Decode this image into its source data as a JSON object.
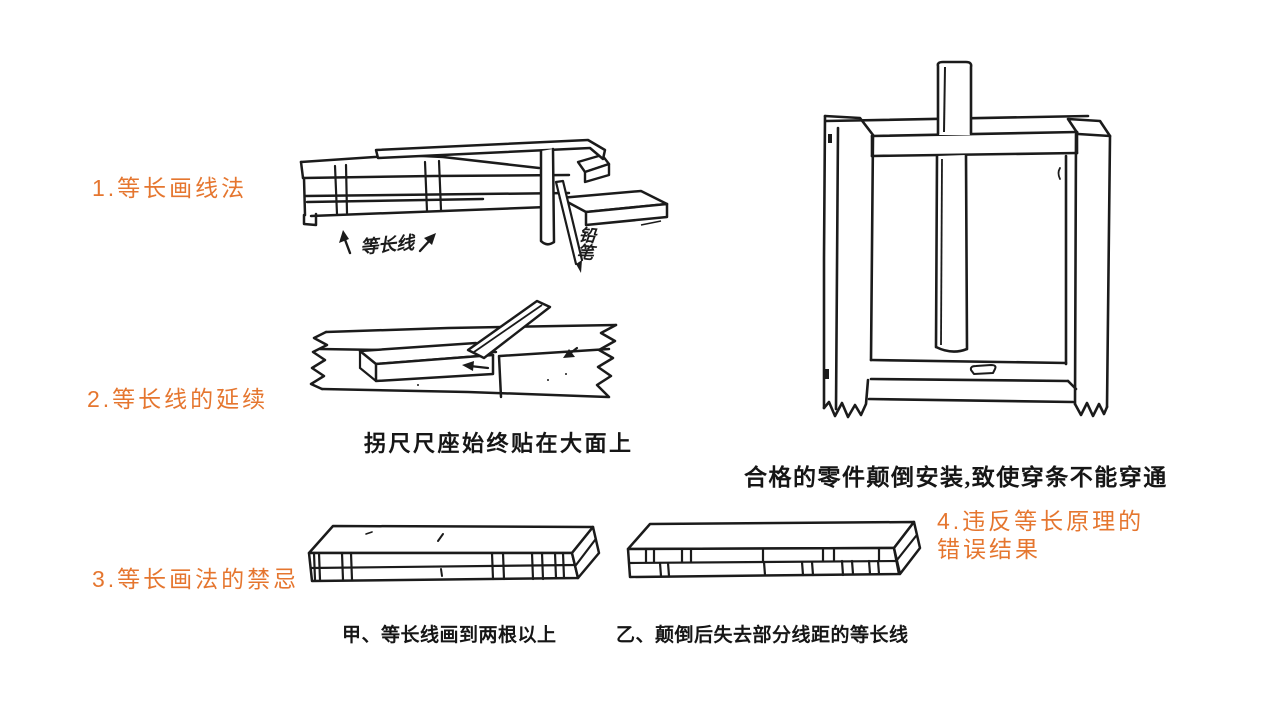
{
  "page": {
    "background_color": "#ffffff",
    "accent_color": "#e5762f",
    "ink_color": "#1b1b1b"
  },
  "labels": {
    "item1": "1.等长画线法",
    "item2": "2.等长线的延续",
    "item3": "3.等长画法的禁忌",
    "item4_line1": "4.违反等长原理的",
    "item4_line2": "错误结果"
  },
  "figures": {
    "marking_demo": {
      "annotation_lines": "等长线",
      "annotation_pencil": "铅笔"
    },
    "try_square": {
      "caption": "拐尺尺座始终贴在大面上"
    },
    "frame_assembly": {
      "caption": "合格的零件颠倒安装,致使穿条不能穿通"
    },
    "board_jia": {
      "caption": "甲、等长线画到两根以上"
    },
    "board_yi": {
      "caption": "乙、颠倒后失去部分线距的等长线"
    }
  }
}
